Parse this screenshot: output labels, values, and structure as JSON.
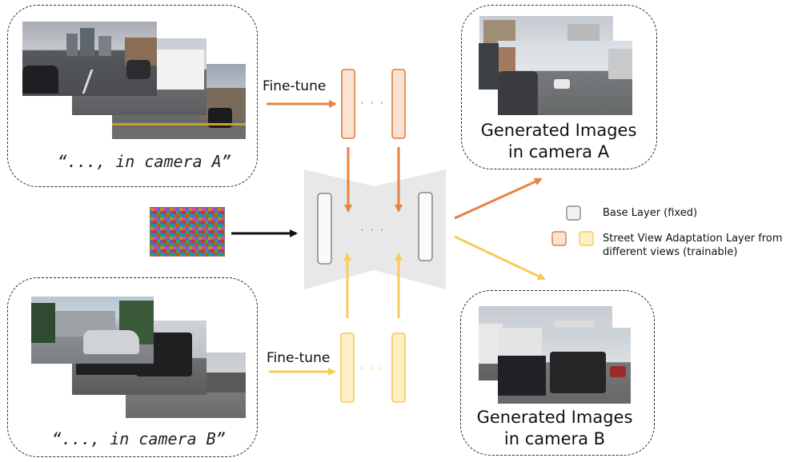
{
  "input_a": {
    "prompt": "“..., in camera A”",
    "fine_tune_label": "Fine-tune"
  },
  "input_b": {
    "prompt": "“..., in camera B”",
    "fine_tune_label": "Fine-tune"
  },
  "output_a": {
    "line1": "Generated Images",
    "line2": "in camera A"
  },
  "output_b": {
    "line1": "Generated Images",
    "line2": "in camera B"
  },
  "legend": {
    "base_layer": "Base Layer (fixed)",
    "adaptation_line1": "Street View Adaptation Layer from",
    "adaptation_line2": "different views (trainable)"
  },
  "dots": "· · ·",
  "colors": {
    "camera_a_fill": "#fbe3d3",
    "camera_a_stroke": "#e07c3c",
    "camera_a_arrow": "#e8823f",
    "camera_b_fill": "#fdf0c4",
    "camera_b_stroke": "#f5cc55",
    "camera_b_arrow": "#f7cd58",
    "base_stroke": "#8a8a8a",
    "unet_fill": "#e8e8e8"
  }
}
